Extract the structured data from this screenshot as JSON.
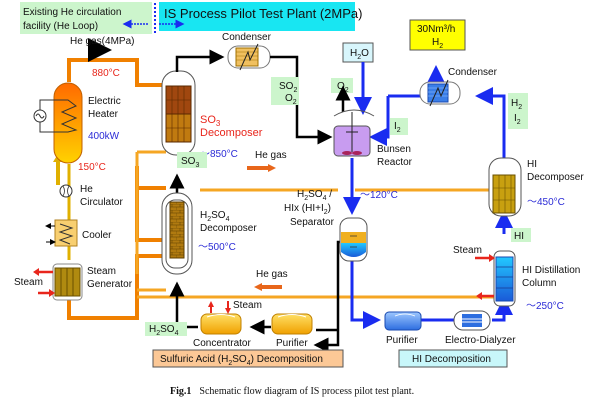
{
  "header": {
    "left_box": {
      "line1": "Existing He circulation",
      "line2": "facility  (He Loop)",
      "color": "#ccf5cc"
    },
    "right_box": {
      "label": "IS Process Pilot Test Plant (2MPa)",
      "color": "#18e6f2"
    }
  },
  "he_loop": {
    "he_gas_top": "He gas(4MPa)",
    "temp_hot": "880°C",
    "temp_cold": "150°C",
    "heater": {
      "line1": "Electric",
      "line2": "Heater",
      "power": "400kW"
    },
    "circulator": {
      "line1": "He",
      "line2": "Circulator"
    },
    "cooler": "Cooler",
    "steam_generator": {
      "line1": "Steam",
      "line2": "Generator"
    },
    "steam": "Steam"
  },
  "sulfuric": {
    "so3_decomposer": {
      "line1": "SO",
      "sub1": "3",
      "line2": "Decomposer",
      "temp": "～850°C"
    },
    "condenser": "Condenser",
    "so2_o2": {
      "a": "SO",
      "a_sub": "2",
      "b": "O",
      "b_sub": "2"
    },
    "so3_tag": {
      "a": "SO",
      "a_sub": "3"
    },
    "h2so4_decomposer": {
      "a": "H",
      "a_sub": "2",
      "b": "SO",
      "b_sub": "4",
      "line2": "Decomposer",
      "temp": "～500°C"
    },
    "he_gas_mid": "He gas",
    "he_gas_low": "He gas",
    "steam": "Steam",
    "h2so4_tag": {
      "a": "H",
      "a_sub": "2",
      "b": "SO",
      "b_sub": "4"
    },
    "concentrator": "Concentrator",
    "purifier": "Purifier",
    "section_label": {
      "pre": "Sulfuric Acid (H",
      "sub1": "2",
      "mid": "SO",
      "sub2": "4",
      "post": ") Decomposition",
      "color": "#fcc896"
    }
  },
  "bunsen": {
    "h2o": {
      "a": "H",
      "a_sub": "2",
      "b": "O"
    },
    "o2": {
      "a": "O",
      "a_sub": "2"
    },
    "i2": {
      "a": "I",
      "a_sub": "2"
    },
    "reactor": {
      "line1": "Bunsen",
      "line2": "Reactor"
    },
    "temp": "～120°C",
    "separator": {
      "line1a": "H",
      "line1_sub1": "2",
      "line1b": "SO",
      "line1_sub2": "4",
      "line1c": " /",
      "line2a": "HIx (HI+I",
      "line2_sub": "2",
      "line2b": ")",
      "line3": "Separator"
    }
  },
  "hi": {
    "product": {
      "line1": "30Nm³/h",
      "h": "H",
      "h_sub": "2",
      "color": "#ffff00"
    },
    "condenser": "Condenser",
    "h2_i2": {
      "a": "H",
      "a_sub": "2",
      "b": "I",
      "b_sub": "2"
    },
    "decomposer": {
      "line1": "HI",
      "line2": "Decomposer",
      "temp": "～450°C"
    },
    "hi_tag": "HI",
    "steam": "Steam",
    "distillation": {
      "line1": "HI Distillation",
      "line2": "Column",
      "temp": "～250°C"
    },
    "purifier": "Purifier",
    "electro_dialyzer": "Electro-Dialyzer",
    "section_label": {
      "label": "HI Decomposition",
      "color": "#c8f7fa"
    }
  },
  "caption": {
    "fig": "Fig.1",
    "text": "Schematic flow diagram of IS process pilot test plant."
  }
}
